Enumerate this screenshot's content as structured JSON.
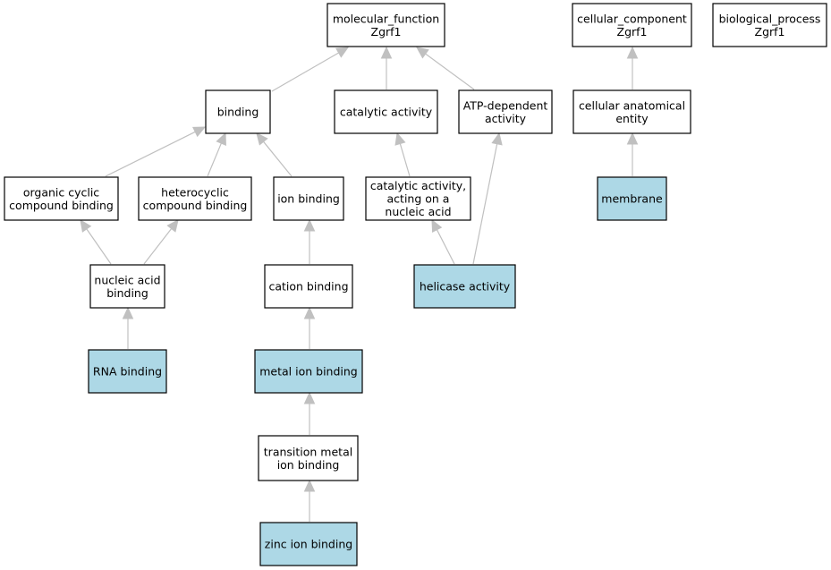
{
  "colors": {
    "annotated_fill": "#add8e6",
    "default_fill": "#ffffff",
    "border": "#000000",
    "edge": "#c0c0c0"
  },
  "nodes": [
    {
      "id": "mf",
      "lines": [
        "molecular_function",
        "Zgrf1"
      ],
      "highlight": false
    },
    {
      "id": "cc",
      "lines": [
        "cellular_component",
        "Zgrf1"
      ],
      "highlight": false
    },
    {
      "id": "bp",
      "lines": [
        "biological_process",
        "Zgrf1"
      ],
      "highlight": false
    },
    {
      "id": "binding",
      "lines": [
        "binding"
      ],
      "highlight": false
    },
    {
      "id": "catalytic",
      "lines": [
        "catalytic activity"
      ],
      "highlight": false
    },
    {
      "id": "atp",
      "lines": [
        "ATP-dependent",
        "activity"
      ],
      "highlight": false
    },
    {
      "id": "cae",
      "lines": [
        "cellular anatomical",
        "entity"
      ],
      "highlight": false
    },
    {
      "id": "ocb",
      "lines": [
        "organic cyclic",
        "compound binding"
      ],
      "highlight": false
    },
    {
      "id": "hcb",
      "lines": [
        "heterocyclic",
        "compound binding"
      ],
      "highlight": false
    },
    {
      "id": "ionb",
      "lines": [
        "ion binding"
      ],
      "highlight": false
    },
    {
      "id": "catna",
      "lines": [
        "catalytic activity,",
        "acting on a",
        "nucleic acid"
      ],
      "highlight": false
    },
    {
      "id": "membrane",
      "lines": [
        "membrane"
      ],
      "highlight": true
    },
    {
      "id": "nab",
      "lines": [
        "nucleic acid",
        "binding"
      ],
      "highlight": false
    },
    {
      "id": "cationb",
      "lines": [
        "cation binding"
      ],
      "highlight": false
    },
    {
      "id": "helicase",
      "lines": [
        "helicase activity"
      ],
      "highlight": true
    },
    {
      "id": "rnab",
      "lines": [
        "RNA binding"
      ],
      "highlight": true
    },
    {
      "id": "metalb",
      "lines": [
        "metal ion binding"
      ],
      "highlight": true
    },
    {
      "id": "tmib",
      "lines": [
        "transition metal",
        "ion binding"
      ],
      "highlight": false
    },
    {
      "id": "zincb",
      "lines": [
        "zinc ion binding"
      ],
      "highlight": true
    }
  ],
  "edges": [
    {
      "from": "binding",
      "to": "mf"
    },
    {
      "from": "catalytic",
      "to": "mf"
    },
    {
      "from": "atp",
      "to": "mf"
    },
    {
      "from": "cae",
      "to": "cc"
    },
    {
      "from": "ocb",
      "to": "binding"
    },
    {
      "from": "hcb",
      "to": "binding"
    },
    {
      "from": "ionb",
      "to": "binding"
    },
    {
      "from": "catna",
      "to": "catalytic"
    },
    {
      "from": "membrane",
      "to": "cae"
    },
    {
      "from": "nab",
      "to": "ocb"
    },
    {
      "from": "nab",
      "to": "hcb"
    },
    {
      "from": "cationb",
      "to": "ionb"
    },
    {
      "from": "helicase",
      "to": "catna"
    },
    {
      "from": "helicase",
      "to": "atp"
    },
    {
      "from": "rnab",
      "to": "nab"
    },
    {
      "from": "metalb",
      "to": "cationb"
    },
    {
      "from": "tmib",
      "to": "metalb"
    },
    {
      "from": "zincb",
      "to": "tmib"
    }
  ]
}
